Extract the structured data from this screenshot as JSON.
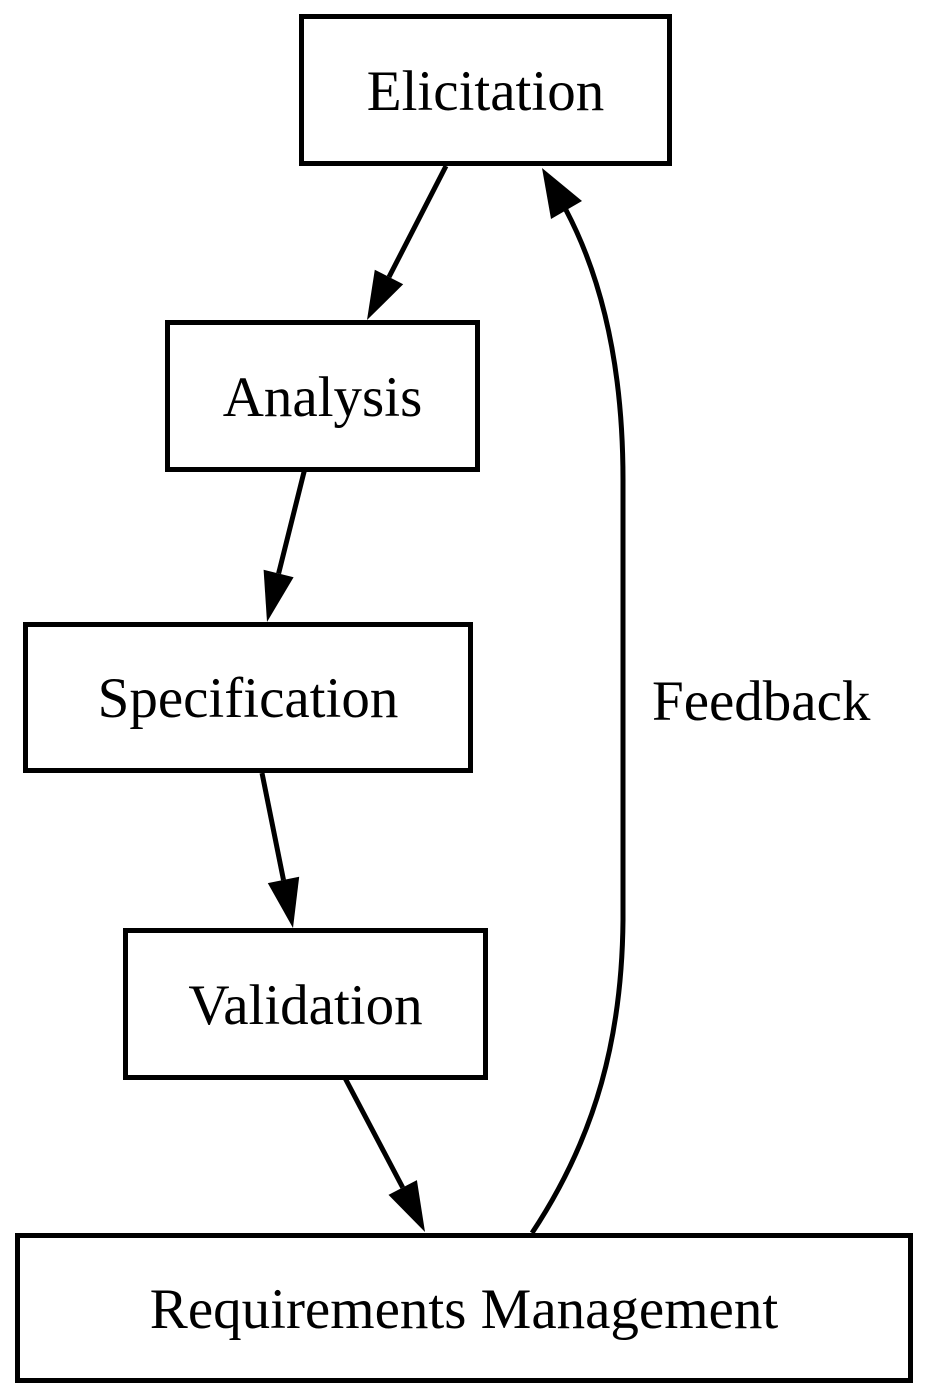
{
  "diagram": {
    "type": "flowchart",
    "colors": {
      "background": "#ffffff",
      "node_fill": "#ffffff",
      "node_border": "#000000",
      "edge": "#000000",
      "text": "#000000"
    },
    "nodes": [
      {
        "id": "elicitation",
        "label": "Elicitation"
      },
      {
        "id": "analysis",
        "label": "Analysis"
      },
      {
        "id": "specification",
        "label": "Specification"
      },
      {
        "id": "validation",
        "label": "Validation"
      },
      {
        "id": "requirements-management",
        "label": "Requirements Management"
      }
    ],
    "edges": [
      {
        "from": "Elicitation",
        "to": "Analysis",
        "label": ""
      },
      {
        "from": "Analysis",
        "to": "Specification",
        "label": ""
      },
      {
        "from": "Specification",
        "to": "Validation",
        "label": ""
      },
      {
        "from": "Validation",
        "to": "Requirements Management",
        "label": ""
      },
      {
        "from": "Requirements Management",
        "to": "Elicitation",
        "label": "Feedback"
      }
    ]
  }
}
